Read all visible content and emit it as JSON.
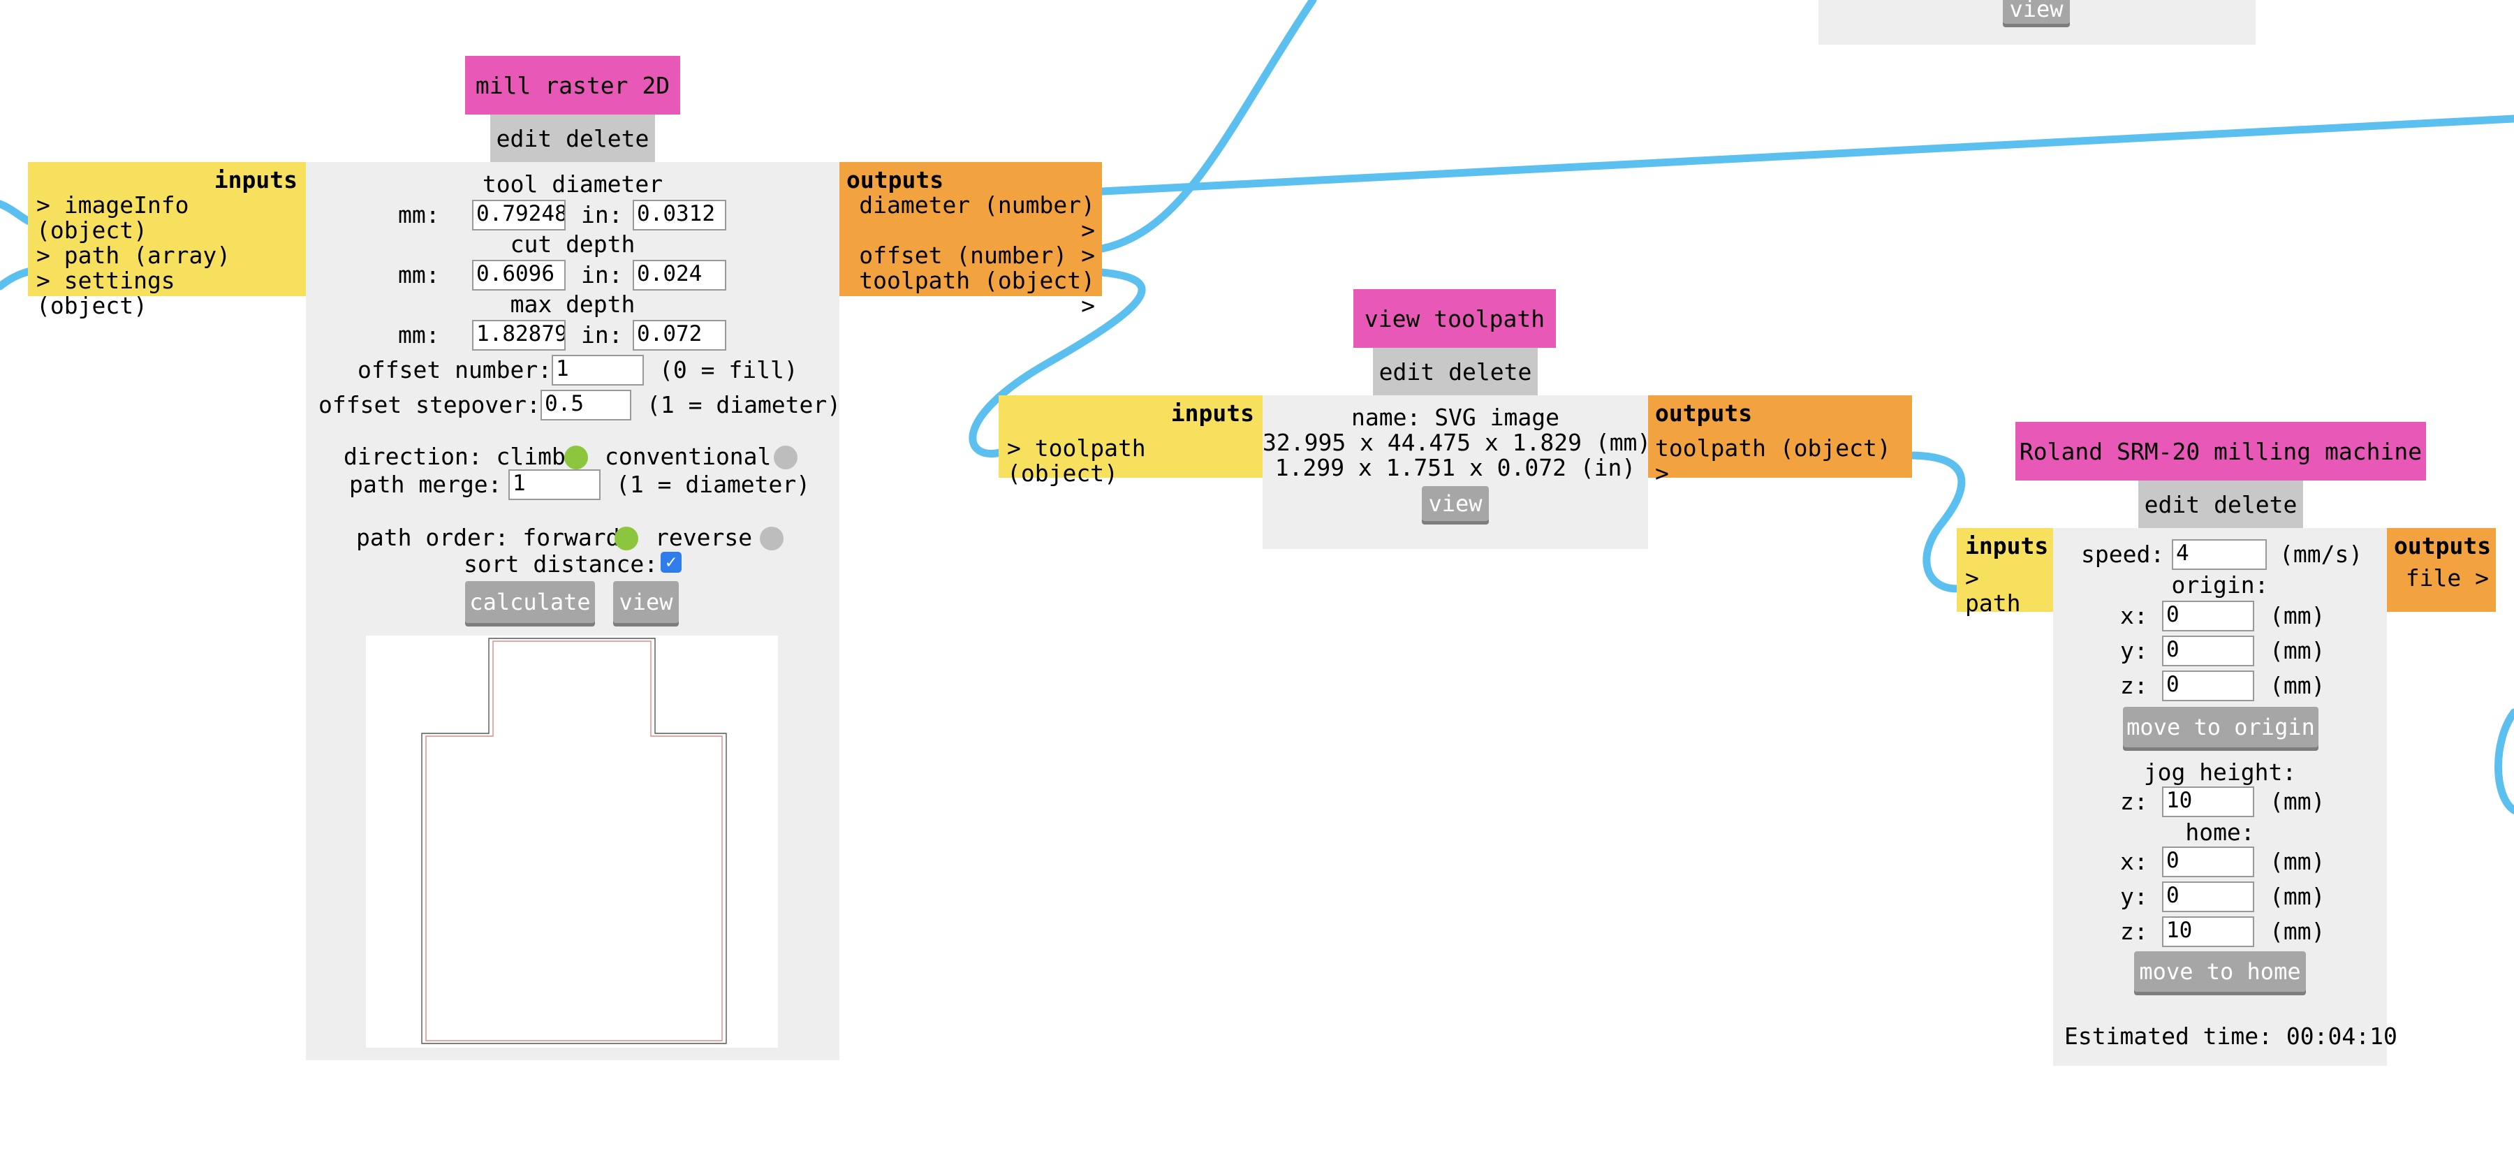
{
  "colors": {
    "wire": "#5bc0ef",
    "title_bg": "#e858b7",
    "edit_bg": "#c8c8c8",
    "inputs_bg": "#f7e05e",
    "outputs_bg": "#f2a23e",
    "panel_bg": "#eeeeee",
    "button_bg": "#a6a6a6",
    "radio_on": "#8cc63e",
    "radio_off": "#bdbdbd"
  },
  "edit_label": "edit",
  "delete_label": "delete",
  "top_partial": {
    "view_label": "view"
  },
  "mill": {
    "title": "mill raster 2D",
    "inputs_label": "inputs",
    "inputs": [
      "> imageInfo (object)",
      "> path (array)",
      "> settings (object)"
    ],
    "outputs_label": "outputs",
    "outputs": [
      "diameter (number) >",
      "offset (number) >",
      "toolpath (object) >"
    ],
    "tool_diameter_label": "tool diameter",
    "cut_depth_label": "cut depth",
    "max_depth_label": "max depth",
    "mm_label": "mm:",
    "in_label": "in:",
    "tool_mm": "0.79248",
    "tool_in": "0.0312",
    "cut_mm": "0.6096",
    "cut_in": "0.024",
    "max_mm": "1.82879",
    "max_in": "0.072",
    "offset_number_label": "offset number:",
    "offset_number": "1",
    "offset_number_note": "(0 = fill)",
    "offset_stepover_label": "offset stepover:",
    "offset_stepover": "0.5",
    "offset_stepover_note": "(1 = diameter)",
    "direction_label": "direction: climb",
    "conventional_label": "conventional",
    "path_merge_label": "path merge:",
    "path_merge": "1",
    "path_merge_note": "(1 = diameter)",
    "path_order_label": "path order: forward",
    "reverse_label": "reverse",
    "sort_distance_label": "sort distance:",
    "sort_distance_checked": true,
    "calculate_label": "calculate",
    "view_label": "view"
  },
  "viewtp": {
    "title": "view toolpath",
    "inputs_label": "inputs",
    "inputs": [
      "> toolpath (object)"
    ],
    "outputs_label": "outputs",
    "outputs": [
      "toolpath (object) >"
    ],
    "name_line": "name: SVG image",
    "mm_line": "32.995 x 44.475 x 1.829 (mm)",
    "in_line": "1.299 x 1.751 x 0.072 (in)",
    "view_label": "view"
  },
  "roland": {
    "title": "Roland SRM-20 milling machine",
    "inputs_label": "inputs",
    "inputs": [
      "> path"
    ],
    "outputs_label": "outputs",
    "outputs": [
      "file >"
    ],
    "speed_label": "speed:",
    "speed": "4",
    "speed_unit": "(mm/s)",
    "origin_label": "origin:",
    "jog_label": "jog height:",
    "home_label": "home:",
    "x_label": "x:",
    "y_label": "y:",
    "z_label": "z:",
    "mm_unit": "(mm)",
    "origin_x": "0",
    "origin_y": "0",
    "origin_z": "0",
    "jog_z": "10",
    "home_x": "0",
    "home_y": "0",
    "home_z": "10",
    "move_origin_label": "move to origin",
    "move_home_label": "move to home",
    "estimated_time": "Estimated time: 00:04:10"
  }
}
